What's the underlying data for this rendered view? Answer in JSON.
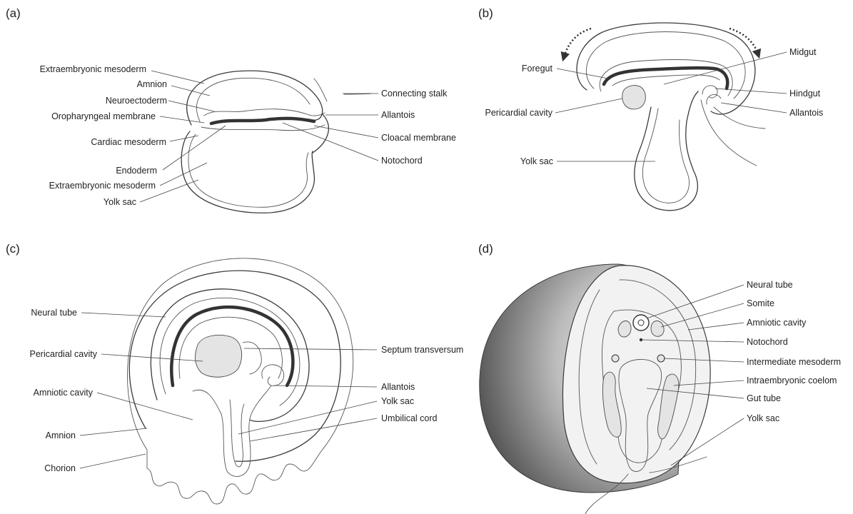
{
  "panels": {
    "a": {
      "tag": "(a)",
      "labels": {
        "extraembryonic_mesoderm_top": "Extraembryonic mesoderm",
        "amnion": "Amnion",
        "neuroectoderm": "Neuroectoderm",
        "oropharyngeal_membrane": "Oropharyngeal membrane",
        "cardiac_mesoderm": "Cardiac mesoderm",
        "endoderm": "Endoderm",
        "extraembryonic_mesoderm_bottom": "Extraembryonic mesoderm",
        "yolk_sac": "Yolk sac",
        "connecting_stalk": "Connecting stalk",
        "allantois": "Allantois",
        "cloacal_membrane": "Cloacal membrane",
        "notochord": "Notochord"
      }
    },
    "b": {
      "tag": "(b)",
      "labels": {
        "foregut": "Foregut",
        "pericardial_cavity": "Pericardial cavity",
        "yolk_sac": "Yolk sac",
        "midgut": "Midgut",
        "hindgut": "Hindgut",
        "allantois": "Allantois"
      }
    },
    "c": {
      "tag": "(c)",
      "labels": {
        "neural_tube": "Neural tube",
        "pericardial_cavity": "Pericardial cavity",
        "amniotic_cavity": "Amniotic cavity",
        "amnion": "Amnion",
        "chorion": "Chorion",
        "septum_transversum": "Septum transversum",
        "allantois": "Allantois",
        "yolk_sac": "Yolk sac",
        "umbilical_cord": "Umbilical cord"
      }
    },
    "d": {
      "tag": "(d)",
      "labels": {
        "neural_tube": "Neural tube",
        "somite": "Somite",
        "amniotic_cavity": "Amniotic cavity",
        "notochord": "Notochord",
        "intermediate_mesoderm": "Intermediate mesoderm",
        "intraembryonic_coelom": "Intraembryonic coelom",
        "gut_tube": "Gut tube",
        "yolk_sac": "Yolk sac"
      }
    }
  },
  "colors": {
    "line": "#3a3a3a",
    "cavity_fill": "#e4e4e4",
    "shade_dark": "#444444",
    "shade_light": "#f2f2f2"
  }
}
